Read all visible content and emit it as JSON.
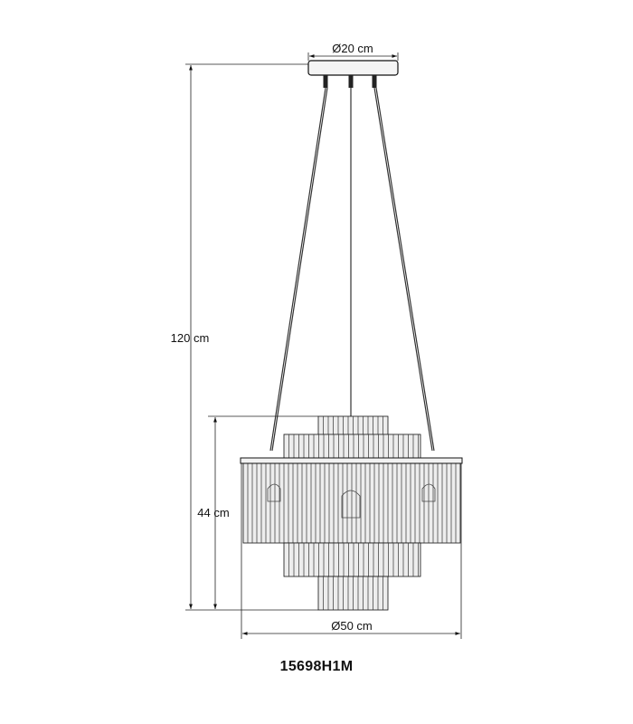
{
  "dimensions": {
    "canopy_diameter": "Ø20 cm",
    "total_height": "120 cm",
    "shade_height": "44 cm",
    "shade_diameter": "Ø50 cm"
  },
  "model_code": "15698H1M",
  "colors": {
    "line": "#111111",
    "rod_fill": "#e6e6e6",
    "dimension_line": "#222222"
  }
}
